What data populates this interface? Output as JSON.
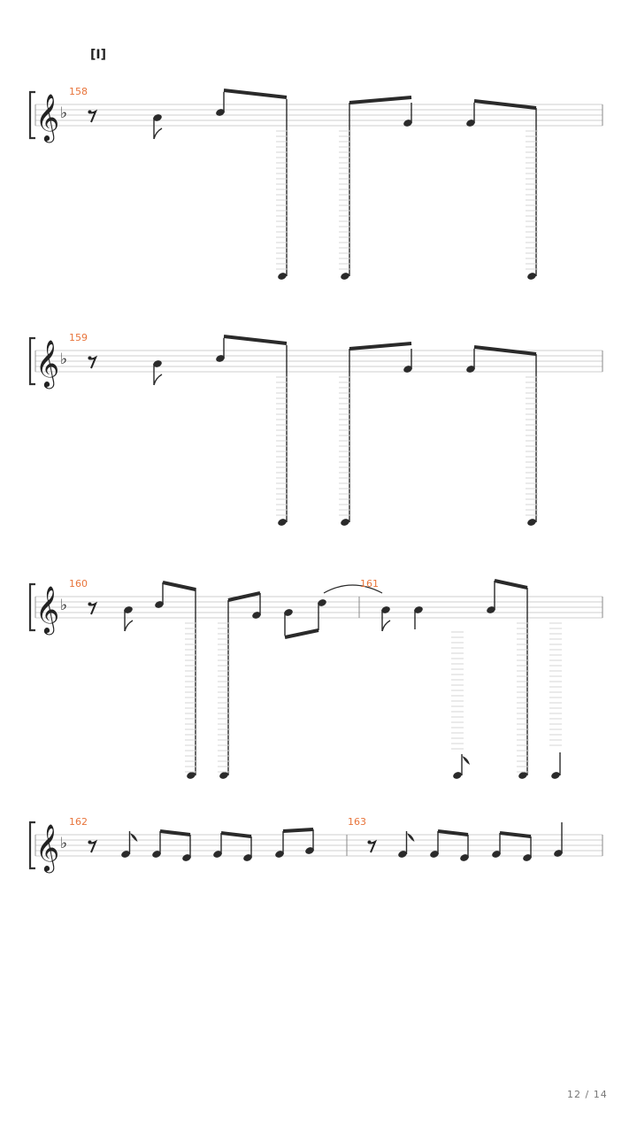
{
  "section_marker": "[I]",
  "measure_numbers": [
    "158",
    "159",
    "160",
    "161",
    "162",
    "163"
  ],
  "page": {
    "current": "12",
    "total": "14",
    "separator": "/"
  },
  "colors": {
    "measure_number": "#e8743b",
    "ink": "#2a2a2a",
    "staff_line": "#cfcfcf",
    "ledger_line": "#d6d6d6"
  },
  "symbols": {
    "clef": "treble-clef",
    "key_signature": "one-flat"
  }
}
